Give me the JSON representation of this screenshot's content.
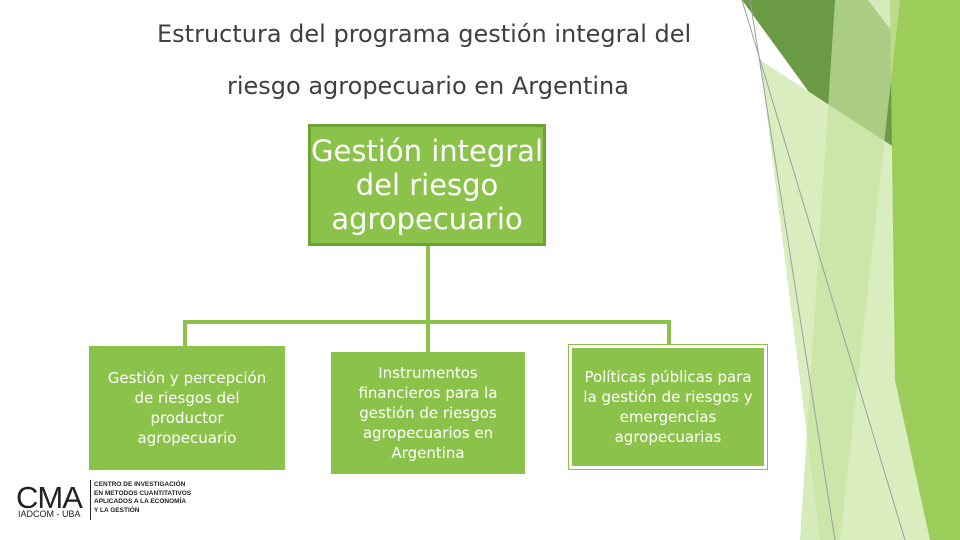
{
  "title": {
    "line1": "Estructura del programa gestión integral del",
    "line2": "riesgo agropecuario en Argentina"
  },
  "diagram": {
    "root": {
      "lines": [
        "Gestión integral",
        "del riesgo",
        "agropecuario"
      ]
    },
    "children": [
      {
        "lines": [
          "Gestión y percepción",
          "de riesgos del",
          "productor",
          "agropecuario"
        ]
      },
      {
        "lines": [
          "Instrumentos",
          "financieros para la",
          "gestión de riesgos",
          "agropecuarios en",
          "Argentina"
        ]
      },
      {
        "lines": [
          "Políticas públicas para",
          "la gestión de riesgos y",
          "emergencias",
          "agropecuarias"
        ]
      }
    ]
  },
  "logo": {
    "main": "CMA",
    "sub": "IADCOM - UBA",
    "lines": [
      "CENTRO DE INVESTIGACIÓN",
      "EN METODOS CUANTITATIVOS",
      "APLICADOS A LA ECONOMÍA",
      "Y LA GESTIÓN"
    ]
  },
  "colors": {
    "box_fill": "#8bc34a",
    "root_border": "#6aa32e",
    "title_text": "#404040",
    "deco_dark": "#6b9a45",
    "deco_light": "#d9edbf"
  }
}
